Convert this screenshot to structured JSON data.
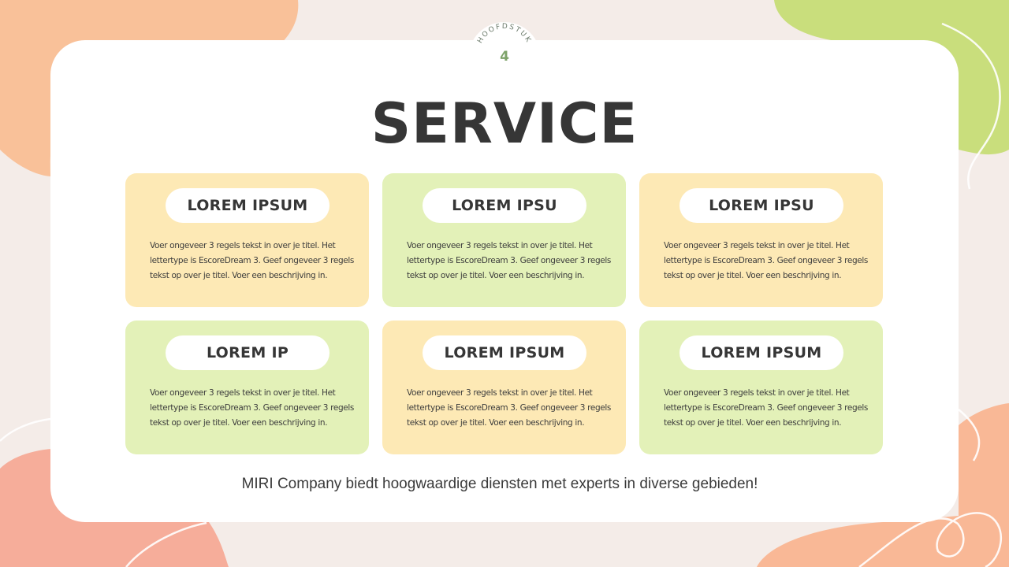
{
  "colors": {
    "background": "#f4ece8",
    "card": "#ffffff",
    "box_yellow": "#fde9b5",
    "box_green": "#e3f1b8",
    "blob_orange": "#f9c199",
    "blob_green": "#c9de7c",
    "blob_salmon": "#f6ad9a",
    "text_dark": "#363636",
    "accent_green": "#7ea36a"
  },
  "chapter": {
    "label": "HOOFDSTUK",
    "number": "4"
  },
  "title": "SERVICE",
  "boxes": [
    {
      "heading": "LOREM IPSUM",
      "color": "yellow",
      "text": "Voer ongeveer 3 regels tekst in over je titel. Het lettertype is EscoreDream 3. Geef ongeveer 3 regels tekst op over je titel. Voer een beschrijving in."
    },
    {
      "heading": "LOREM IPSU",
      "color": "green",
      "text": "Voer ongeveer 3 regels tekst in over je titel. Het lettertype is EscoreDream 3. Geef ongeveer 3 regels tekst op over je titel. Voer een beschrijving in."
    },
    {
      "heading": "LOREM IPSU",
      "color": "yellow",
      "text": "Voer ongeveer 3 regels tekst in over je titel. Het lettertype is EscoreDream 3. Geef ongeveer 3 regels tekst op over je titel. Voer een beschrijving in."
    },
    {
      "heading": "LOREM IP",
      "color": "green",
      "text": "Voer ongeveer 3 regels tekst in over je titel. Het lettertype is EscoreDream 3. Geef ongeveer 3 regels tekst op over je titel. Voer een beschrijving in."
    },
    {
      "heading": "LOREM IPSUM",
      "color": "yellow",
      "text": "Voer ongeveer 3 regels tekst in over je titel. Het lettertype is EscoreDream 3. Geef ongeveer 3 regels tekst op over je titel. Voer een beschrijving in."
    },
    {
      "heading": "LOREM IPSUM",
      "color": "green",
      "text": "Voer ongeveer 3 regels tekst in over je titel. Het lettertype is EscoreDream 3. Geef ongeveer 3 regels tekst op over je titel. Voer een beschrijving in."
    }
  ],
  "footer": "MIRI Company biedt hoogwaardige diensten met experts in diverse gebieden!"
}
